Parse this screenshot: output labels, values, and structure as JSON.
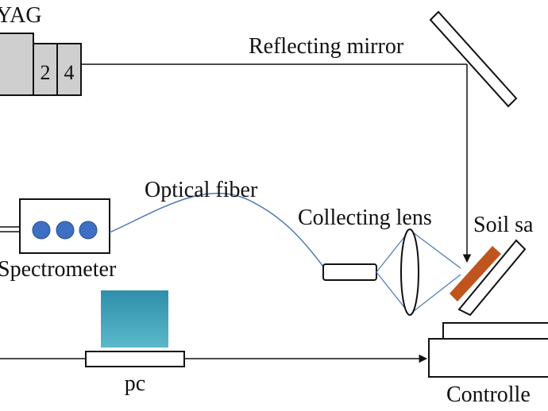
{
  "labels": {
    "laser": "YAG",
    "harmonic_2": "2",
    "harmonic_4": "4",
    "mirror": "Reflecting mirror",
    "fiber": "Optical fiber",
    "lens": "Collecting lens",
    "sample": "Soil sa",
    "spectrometer": "Spectrometer",
    "pc": "pc",
    "controller": "Controlle"
  },
  "colors": {
    "line": "#111111",
    "fiber": "#4a78b5",
    "laser_fill": "#cfcfcf",
    "spectrometer_dot": "#3d6fc4",
    "pc_screen": "#3a9cb4",
    "sample": "#c0541f"
  }
}
